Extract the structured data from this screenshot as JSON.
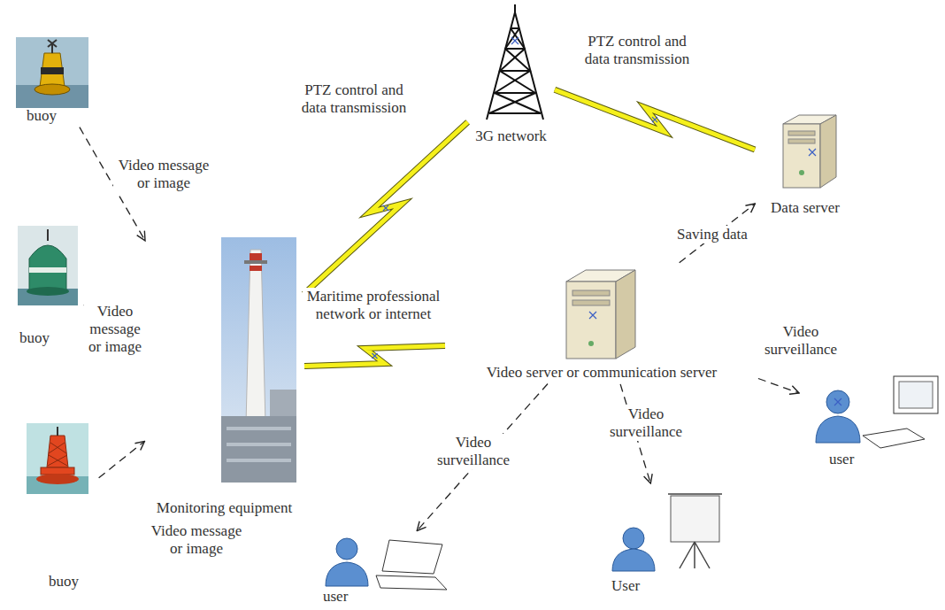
{
  "diagram": {
    "nodes": [
      {
        "text": [
          "buoy"
        ]
      },
      {
        "text": [
          "3G network"
        ]
      },
      {
        "text": [
          "Data server"
        ]
      },
      {
        "text": [
          "buoy"
        ]
      },
      {
        "text": [
          "Monitoring equipment"
        ]
      },
      {
        "text": [
          "Video server or communication server"
        ]
      },
      {
        "text": [
          "user"
        ]
      },
      {
        "text": [
          "buoy"
        ]
      },
      {
        "text": [
          "User"
        ]
      },
      {
        "text": [
          "user"
        ]
      }
    ],
    "edges": [
      {
        "from": 0,
        "to": 4,
        "arrow": "to",
        "label": "Video message or image"
      },
      {
        "from": 3,
        "to": 4,
        "arrow": "to",
        "label": "Video message or image"
      },
      {
        "from": 7,
        "to": 4,
        "arrow": "to",
        "label": "Video message or image"
      },
      {
        "from": 4,
        "to": 1,
        "arrow": "none",
        "label": "PTZ control and data transmission"
      },
      {
        "from": 1,
        "to": 2,
        "arrow": "none",
        "label": "PTZ control and data transmission"
      },
      {
        "from": 4,
        "to": 5,
        "arrow": "none",
        "label": "Maritime professional network or internet"
      },
      {
        "from": 5,
        "to": 2,
        "arrow": "to",
        "label": "Saving data"
      },
      {
        "from": 5,
        "to": 6,
        "arrow": "to",
        "label": "Video surveillance"
      },
      {
        "from": 5,
        "to": 9,
        "arrow": "to",
        "label": "Video surveillance"
      },
      {
        "from": 5,
        "to": 8,
        "arrow": "to",
        "label": "Video surveillance"
      }
    ]
  }
}
